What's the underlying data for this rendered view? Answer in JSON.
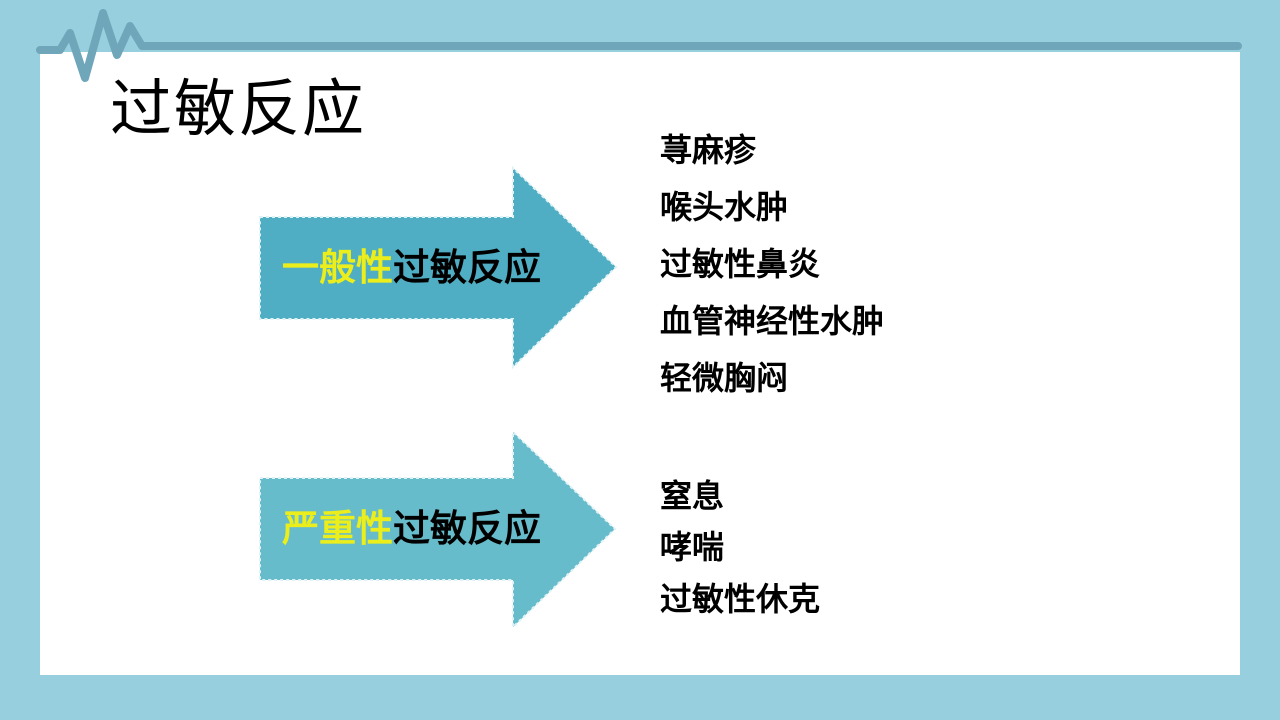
{
  "slide": {
    "title": "过敏反应"
  },
  "arrows": [
    {
      "highlight": "一般性",
      "rest": "过敏反应",
      "fill": "#4FAEC3",
      "symptoms": [
        "荨麻疹",
        "喉头水肿",
        "过敏性鼻炎",
        "血管神经性水肿",
        "轻微胸闷"
      ]
    },
    {
      "highlight": "严重性",
      "rest": "过敏反应",
      "fill": "#67BCCB",
      "symptoms": [
        "窒息",
        "哮喘",
        "过敏性休克"
      ]
    }
  ],
  "icons": {
    "heartbeat_line": "ecg-pulse-line"
  },
  "colors": {
    "background": "#98CFDE",
    "content_background": "#FFFFFF",
    "top_rule": "#6FA6BA",
    "highlight_text": "#EBEE1B",
    "body_text": "#000000",
    "arrow_general": "#4FAEC3",
    "arrow_severe": "#67BCCB",
    "arrow_dash_border": "#DFF3F6"
  }
}
